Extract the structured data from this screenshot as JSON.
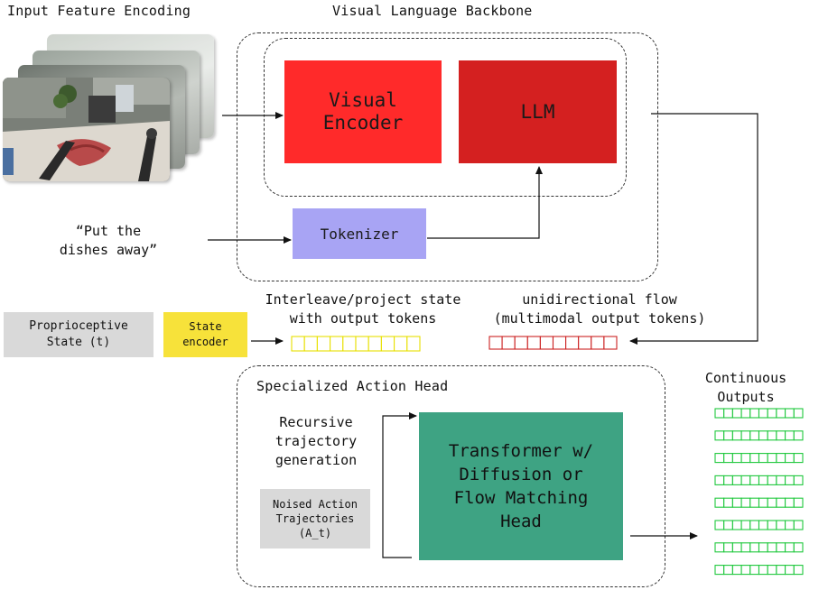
{
  "sections": {
    "input_encoding": "Input Feature Encoding",
    "vl_backbone": "Visual Language Backbone",
    "action_head": "Specialized Action Head"
  },
  "nodes": {
    "visual_encoder": "Visual\nEncoder",
    "llm": "LLM",
    "tokenizer": "Tokenizer",
    "proprio_state": "Proprioceptive\nState (t)",
    "state_encoder": "State\nencoder",
    "transformer_head": "Transformer w/\nDiffusion or\nFlow Matching\nHead",
    "noised_action": "Noised Action\nTrajectories\n(A_t)"
  },
  "labels": {
    "instruction": "“Put the\ndishes away”",
    "interleave": "Interleave/project state\nwith output tokens",
    "unidirectional": "unidirectional flow\n(multimodal output tokens)",
    "recursive": "Recursive\ntrajectory\ngeneration",
    "continuous_outputs": "Continuous\nOutputs"
  },
  "colors": {
    "visual_encoder": "#ff2a2a",
    "llm": "#d42020",
    "tokenizer": "#a8a4f4",
    "proprio_state": "#d9d9d9",
    "state_encoder": "#f7e23a",
    "transformer_head": "#3ea383",
    "noised_action": "#d9d9d9",
    "state_tokens": "#e8e000",
    "output_tokens": "#cc2222",
    "continuous_tokens": "#1ec83c"
  },
  "token_strips": {
    "state_token_count": 10,
    "output_token_count": 10,
    "continuous_rows": 8,
    "continuous_cells_per_row": 10
  }
}
